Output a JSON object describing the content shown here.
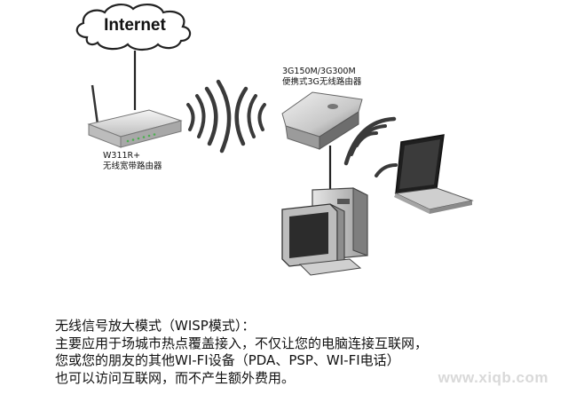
{
  "cloud": {
    "label": "Internet"
  },
  "router": {
    "model": "W311R+",
    "name": "无线宽带路由器"
  },
  "portable_router": {
    "model": "3G150M/3G300M",
    "name": "便携式3G无线路由器"
  },
  "caption": {
    "lines": [
      "无线信号放大模式（WISP模式）：",
      "主要应用于场城市热点覆盖接入，不仅让您的电脑连接互联网，",
      "您或您的朋友的其他WI-FI设备（PDA、PSP、WI-FI电话）",
      "也可以访问互联网，而不产生额外费用。"
    ]
  },
  "watermark": "www.xiqb.com",
  "colors": {
    "wave": "#3a3a3a",
    "device_body": "#d8d8d8",
    "device_dark": "#4a4a4a",
    "line": "#222222"
  }
}
